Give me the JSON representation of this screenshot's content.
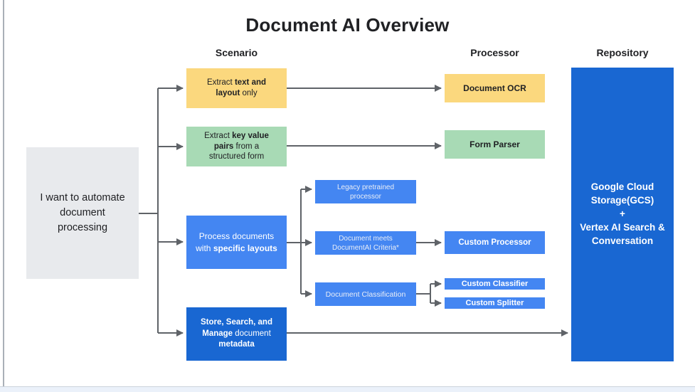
{
  "title": "Document AI Overview",
  "columns": {
    "scenario": "Scenario",
    "processor": "Processor",
    "repository": "Repository"
  },
  "intent": {
    "text": "I want to automate document processing"
  },
  "scenarios": {
    "extract_text": {
      "pre": "Extract ",
      "bold": "text and layout",
      "post": " only"
    },
    "extract_kv": {
      "pre": "Extract ",
      "bold": "key value pairs",
      "post": " from a structured form"
    },
    "process_layouts": {
      "pre": "Process documents with ",
      "bold": "specific layouts"
    },
    "store_search": {
      "bold1": "Store, Search, and Manage",
      "mid": " document ",
      "bold2": "metadata"
    }
  },
  "processors": {
    "document_ocr": "Document OCR",
    "form_parser": "Form Parser",
    "legacy_pretrained": "Legacy pretrained processor",
    "document_meets": "Document meets DocumentAI Criteria*",
    "document_classification": "Document Classification",
    "custom_processor": "Custom Processor",
    "custom_classifier": "Custom Classifier",
    "custom_splitter": "Custom Splitter"
  },
  "repository": {
    "line1": "Google Cloud Storage(GCS)",
    "line2": "+",
    "line3": "Vertex AI Search & Conversation"
  },
  "colors": {
    "yellow": "#FBD87E",
    "green": "#A8DAB5",
    "blue": "#4486F2",
    "dark_blue": "#1967D2",
    "gray_box": "#E8EAED",
    "connector": "#5F6368",
    "text_dark": "#202124",
    "strip": "#EBF1FA"
  }
}
